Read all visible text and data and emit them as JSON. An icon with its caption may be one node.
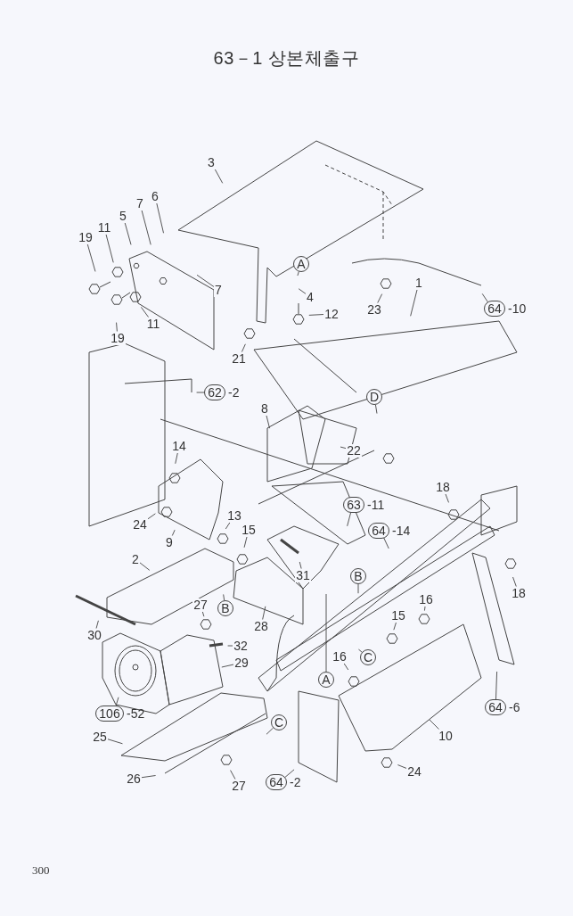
{
  "diagram": {
    "title": "63－1 상본체출구",
    "nodes": [
      {
        "text": [
          "3"
        ]
      },
      {
        "text": [
          "6"
        ]
      },
      {
        "text": [
          "7"
        ]
      },
      {
        "text": [
          "5"
        ]
      },
      {
        "text": [
          "11"
        ]
      },
      {
        "text": [
          "19"
        ]
      },
      {
        "text": [
          "7"
        ]
      },
      {
        "text": [
          "A"
        ]
      },
      {
        "text": [
          "4"
        ]
      },
      {
        "text": [
          "12"
        ]
      },
      {
        "text": [
          "23"
        ]
      },
      {
        "text": [
          "1"
        ]
      },
      {
        "text": [
          "64"
        ],
        "beside": [
          "-10"
        ]
      },
      {
        "text": [
          "11"
        ]
      },
      {
        "text": [
          "19"
        ]
      },
      {
        "text": [
          "21"
        ]
      },
      {
        "text": [
          "62"
        ],
        "beside": [
          "-2"
        ]
      },
      {
        "text": [
          "D"
        ]
      },
      {
        "text": [
          "8"
        ]
      },
      {
        "text": [
          "22"
        ]
      },
      {
        "text": [
          "14"
        ]
      },
      {
        "text": [
          "18"
        ]
      },
      {
        "text": [
          "24"
        ]
      },
      {
        "text": [
          "63"
        ],
        "beside": [
          "-11"
        ]
      },
      {
        "text": [
          "13"
        ]
      },
      {
        "text": [
          "64"
        ],
        "beside": [
          "-14"
        ]
      },
      {
        "text": [
          "15"
        ]
      },
      {
        "text": [
          "9"
        ]
      },
      {
        "text": [
          "2"
        ]
      },
      {
        "text": [
          "31"
        ]
      },
      {
        "text": [
          "18"
        ]
      },
      {
        "text": [
          "B"
        ]
      },
      {
        "text": [
          "B"
        ]
      },
      {
        "text": [
          "16"
        ]
      },
      {
        "text": [
          "27"
        ]
      },
      {
        "text": [
          "28"
        ]
      },
      {
        "text": [
          "15"
        ]
      },
      {
        "text": [
          "30"
        ]
      },
      {
        "text": [
          "32"
        ]
      },
      {
        "text": [
          "29"
        ]
      },
      {
        "text": [
          "C"
        ]
      },
      {
        "text": [
          "A"
        ]
      },
      {
        "text": [
          "16"
        ]
      },
      {
        "text": [
          "64"
        ],
        "beside": [
          "-6"
        ]
      },
      {
        "text": [
          "106"
        ],
        "beside": [
          "-52"
        ]
      },
      {
        "text": [
          "C"
        ]
      },
      {
        "text": [
          "10"
        ]
      },
      {
        "text": [
          "25"
        ]
      },
      {
        "text": [
          "26"
        ]
      },
      {
        "text": [
          "27"
        ]
      },
      {
        "text": [
          "64"
        ],
        "beside": [
          "-2"
        ]
      },
      {
        "text": [
          "24"
        ]
      }
    ],
    "edges": [
      {
        "from": 0,
        "to": null,
        "arrow": "none"
      },
      {
        "from": 1,
        "to": null,
        "arrow": "none"
      },
      {
        "from": 2,
        "to": null,
        "arrow": "none"
      },
      {
        "from": 3,
        "to": null,
        "arrow": "none"
      },
      {
        "from": 4,
        "to": null,
        "arrow": "none"
      },
      {
        "from": 5,
        "to": null,
        "arrow": "none"
      },
      {
        "from": 6,
        "to": null,
        "arrow": "none"
      },
      {
        "from": 7,
        "to": null,
        "arrow": "none"
      },
      {
        "from": 8,
        "to": null,
        "arrow": "none"
      },
      {
        "from": 9,
        "to": null,
        "arrow": "none"
      },
      {
        "from": 10,
        "to": null,
        "arrow": "none"
      },
      {
        "from": 11,
        "to": null,
        "arrow": "none"
      },
      {
        "from": 12,
        "to": null,
        "arrow": "none"
      },
      {
        "from": 13,
        "to": null,
        "arrow": "none"
      },
      {
        "from": 14,
        "to": null,
        "arrow": "none"
      },
      {
        "from": 15,
        "to": null,
        "arrow": "none"
      },
      {
        "from": 16,
        "to": null,
        "arrow": "none"
      },
      {
        "from": 17,
        "to": null,
        "arrow": "none"
      },
      {
        "from": 18,
        "to": null,
        "arrow": "none"
      },
      {
        "from": 19,
        "to": null,
        "arrow": "none"
      },
      {
        "from": 20,
        "to": null,
        "arrow": "none"
      },
      {
        "from": 21,
        "to": null,
        "arrow": "none"
      },
      {
        "from": 22,
        "to": null,
        "arrow": "none"
      },
      {
        "from": 23,
        "to": null,
        "arrow": "none"
      },
      {
        "from": 24,
        "to": null,
        "arrow": "none"
      },
      {
        "from": 25,
        "to": null,
        "arrow": "none"
      },
      {
        "from": 26,
        "to": null,
        "arrow": "none"
      },
      {
        "from": 27,
        "to": null,
        "arrow": "none"
      },
      {
        "from": 28,
        "to": null,
        "arrow": "none"
      },
      {
        "from": 29,
        "to": null,
        "arrow": "none"
      },
      {
        "from": 30,
        "to": null,
        "arrow": "none"
      },
      {
        "from": 31,
        "to": null,
        "arrow": "none"
      },
      {
        "from": 32,
        "to": null,
        "arrow": "none"
      },
      {
        "from": 33,
        "to": null,
        "arrow": "none"
      },
      {
        "from": 34,
        "to": null,
        "arrow": "none"
      },
      {
        "from": 35,
        "to": null,
        "arrow": "none"
      },
      {
        "from": 36,
        "to": null,
        "arrow": "none"
      },
      {
        "from": 37,
        "to": null,
        "arrow": "none"
      },
      {
        "from": 38,
        "to": null,
        "arrow": "none"
      },
      {
        "from": 39,
        "to": null,
        "arrow": "none"
      },
      {
        "from": 40,
        "to": null,
        "arrow": "none"
      },
      {
        "from": 41,
        "to": null,
        "arrow": "none"
      },
      {
        "from": 42,
        "to": null,
        "arrow": "none"
      },
      {
        "from": 43,
        "to": null,
        "arrow": "none"
      },
      {
        "from": 44,
        "to": null,
        "arrow": "none"
      },
      {
        "from": 45,
        "to": null,
        "arrow": "none"
      },
      {
        "from": 46,
        "to": null,
        "arrow": "none"
      },
      {
        "from": 47,
        "to": null,
        "arrow": "none"
      },
      {
        "from": 48,
        "to": null,
        "arrow": "none"
      },
      {
        "from": 49,
        "to": null,
        "arrow": "none"
      },
      {
        "from": 50,
        "to": null,
        "arrow": "none"
      },
      {
        "from": 51,
        "to": null,
        "arrow": "none"
      }
    ],
    "labels": [
      "300"
    ]
  }
}
